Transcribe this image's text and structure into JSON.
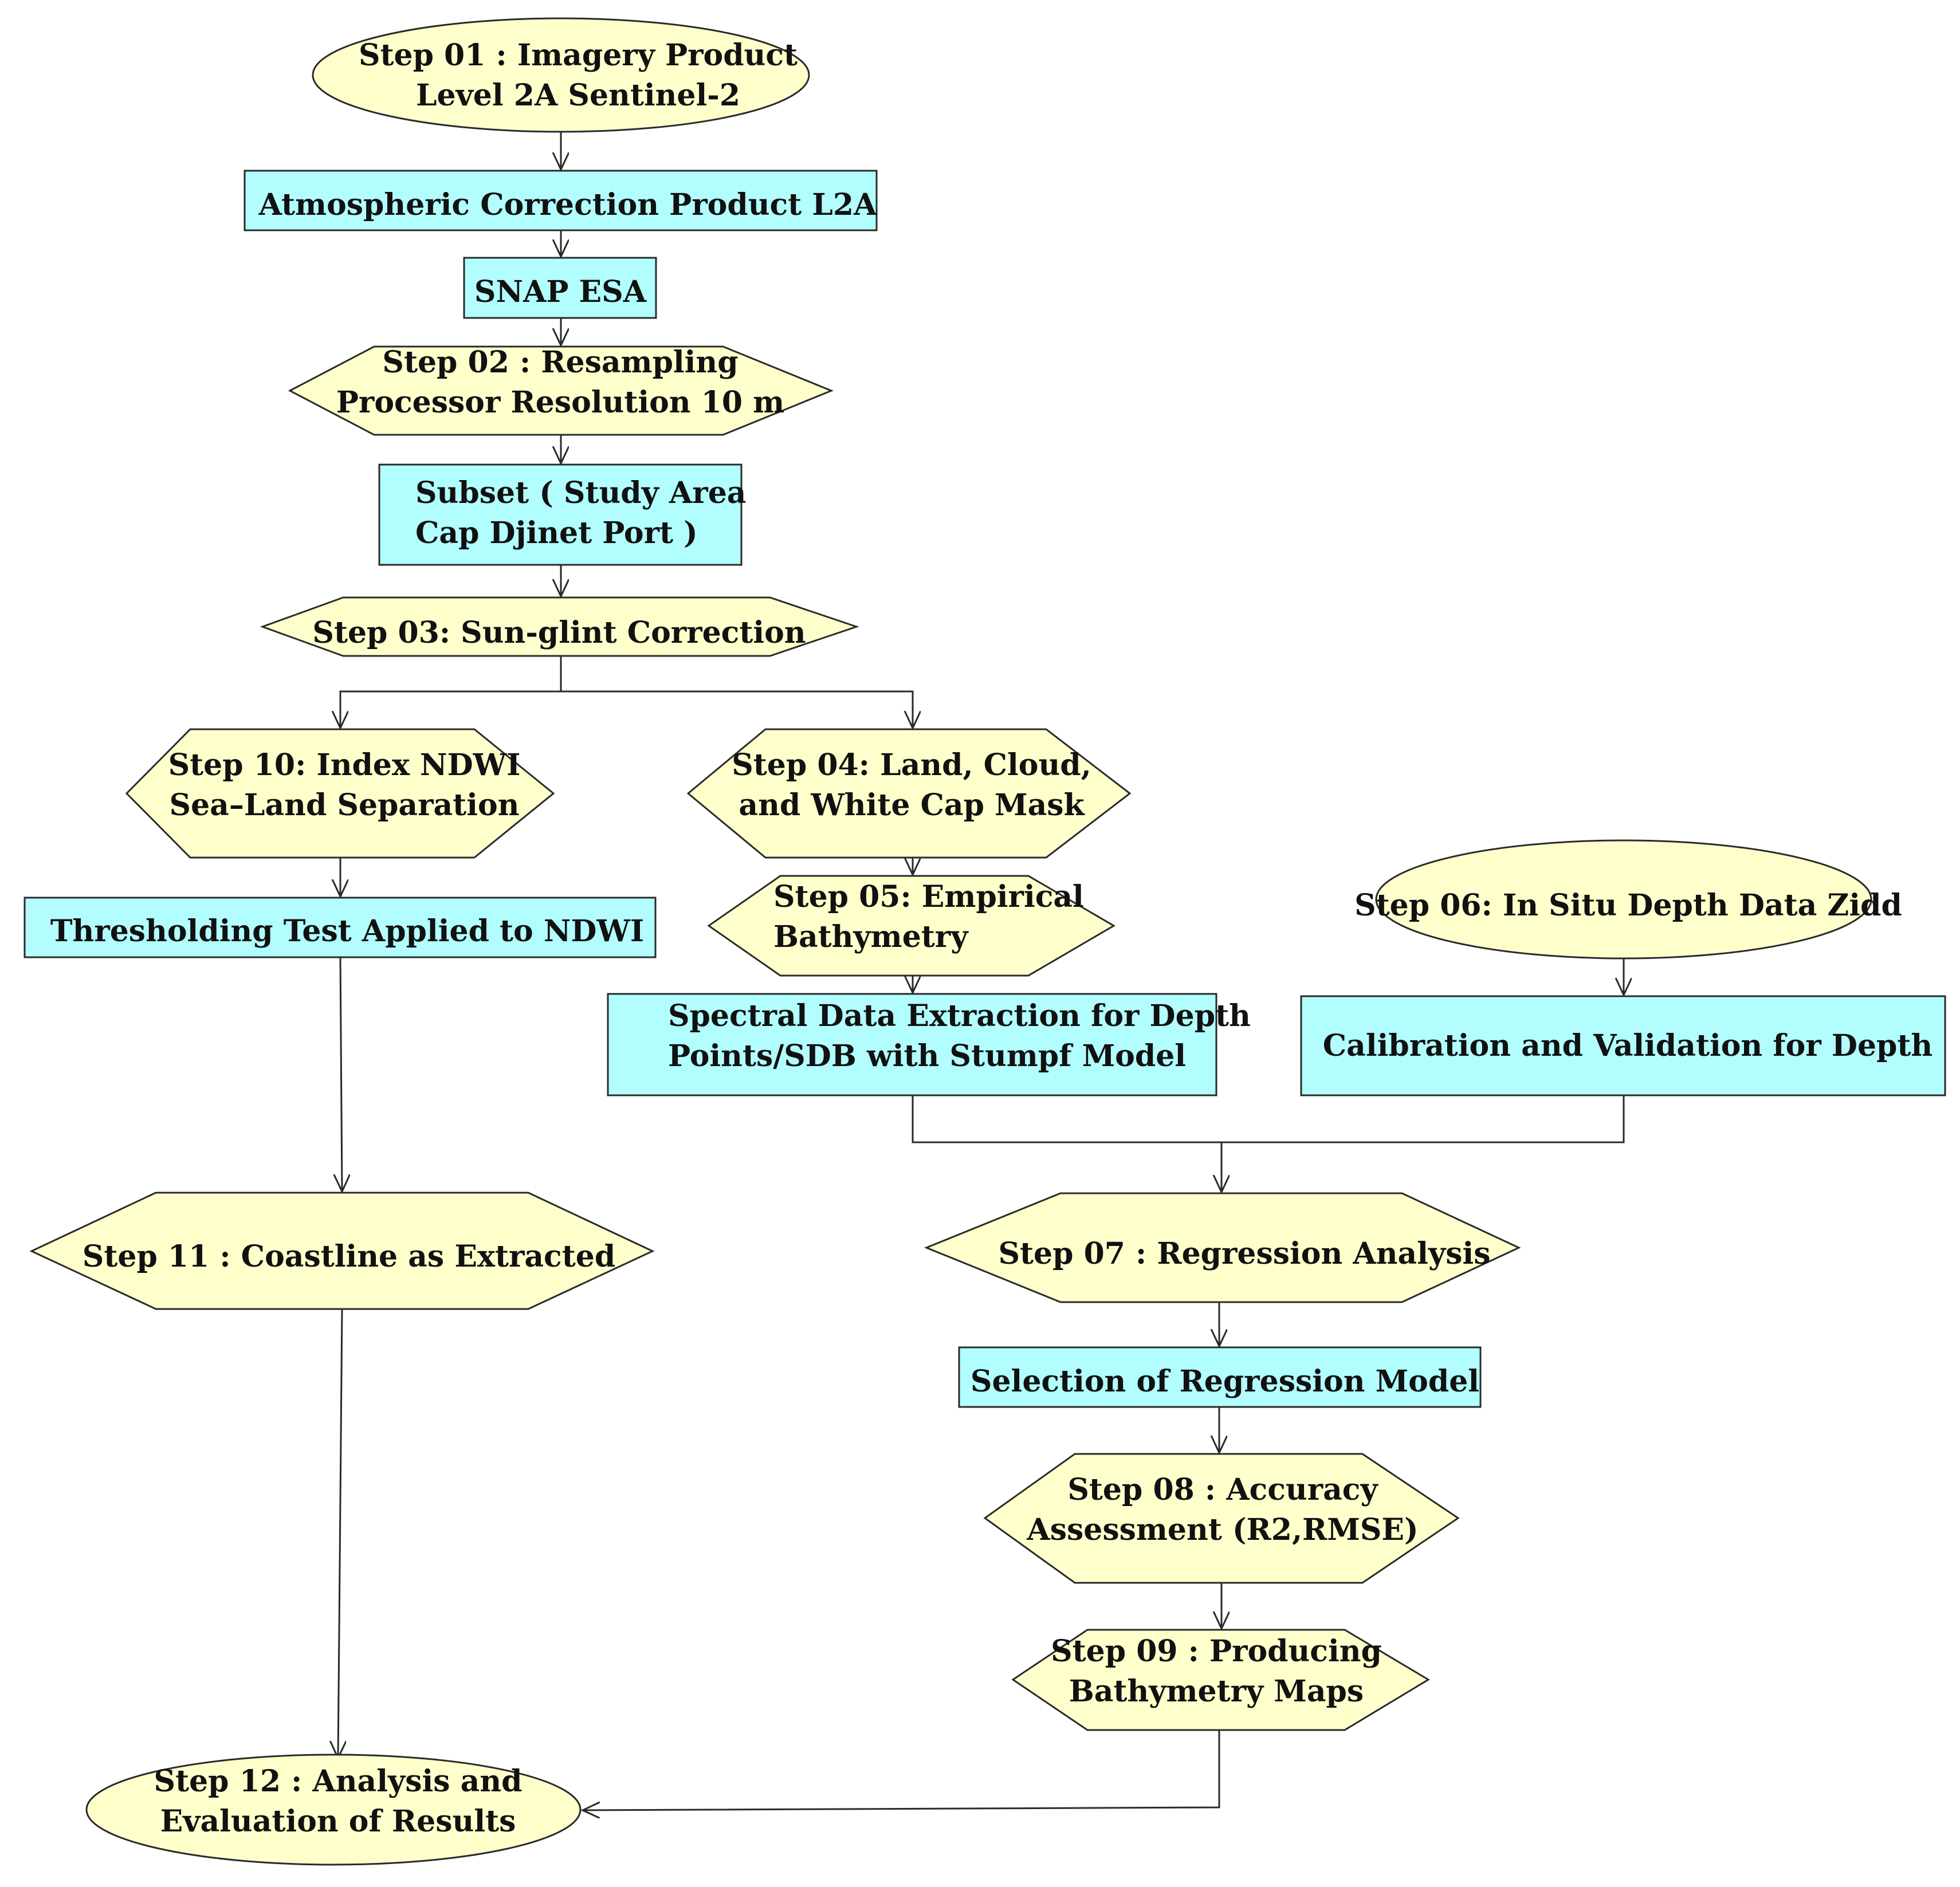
{
  "nodes": {
    "step01": [
      "Step 01 :  Imagery Product",
      "Level 2A Sentinel-2"
    ],
    "atmospheric": [
      "Atmospheric Correction Product L2A"
    ],
    "snap": [
      "SNAP ESA"
    ],
    "step02": [
      "Step 02 : Resampling",
      "Processor Resolution 10 m"
    ],
    "subset": [
      "Subset ( Study Area",
      "Cap Djinet Port )"
    ],
    "step03": [
      "Step 03: Sun-glint Correction"
    ],
    "step10": [
      "Step 10: Index NDWI",
      "Sea–Land Separation"
    ],
    "step04": [
      "Step 04: Land, Cloud,",
      "and White Cap Mask"
    ],
    "thresholding": [
      "Thresholding Test Applied to NDWI"
    ],
    "step05": [
      "Step 05: Empirical",
      "Bathymetry"
    ],
    "step06": [
      "Step 06: In Situ Depth Data Zidd"
    ],
    "spectral": [
      "Spectral Data Extraction for Depth",
      "Points/SDB with Stumpf Model"
    ],
    "calibration": [
      "Calibration and Validation for Depth"
    ],
    "step11": [
      "Step 11 : Coastline as Extracted"
    ],
    "step07": [
      "Step 07 : Regression Analysis"
    ],
    "selection": [
      "Selection of Regression Model"
    ],
    "step08": [
      "Step 08 : Accuracy",
      "Assessment (R2,RMSE)"
    ],
    "step09": [
      "Step 09 : Producing",
      "Bathymetry Maps"
    ],
    "step12": [
      "Step 12 : Analysis and",
      "Evaluation of Results"
    ]
  },
  "colors": {
    "process_box": "#b2feff",
    "step_shape": "#ffffcc",
    "line": "#2a2a2a",
    "text": "#111111"
  }
}
